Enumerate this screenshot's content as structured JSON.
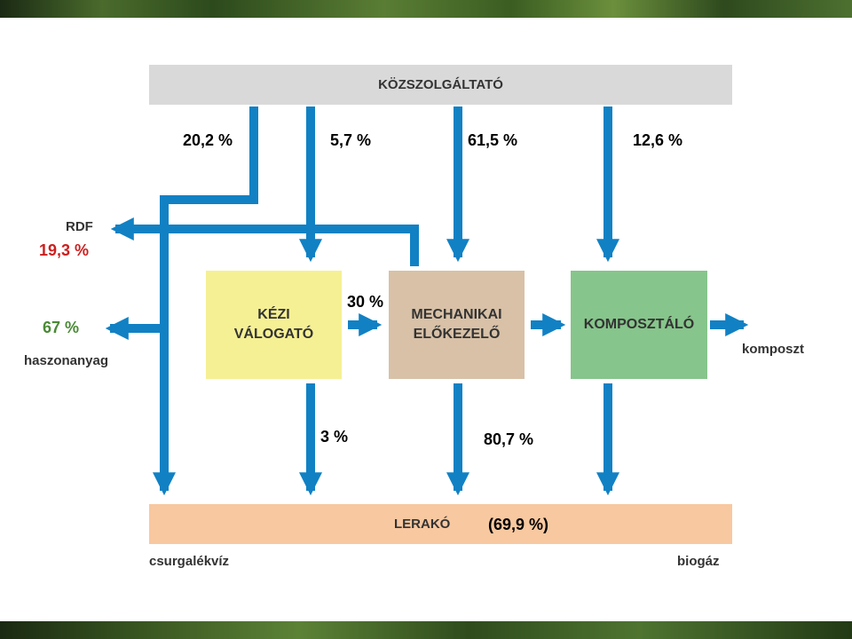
{
  "boxes": {
    "top": "KÖZSZOLGÁLTATÓ",
    "manual": "KÉZI\nVÁLOGATÓ",
    "mechanical": "MECHANIKAI\nELŐKEZELŐ",
    "compost": "KOMPOSZTÁLÓ",
    "landfill": "LERAKÓ"
  },
  "percentages": {
    "top_to_rdf_landfill": "20,2 %",
    "top_to_manual": "5,7 %",
    "top_to_mechanical": "61,5 %",
    "top_to_compost": "12,6 %",
    "manual_to_mechanical": "30 %",
    "manual_to_landfill": "3 %",
    "mechanical_to_landfill": "80,7 %",
    "landfill_total": "(69,9 %)",
    "rdf": "19,3 %",
    "useful_material": "67 %"
  },
  "outputs": {
    "rdf": "RDF",
    "useful_material": "haszonanyag",
    "compost": "komposzt",
    "leachate": "csurgalékvíz",
    "biogas": "biogáz"
  },
  "colors": {
    "arrow": "#1181c4",
    "top_box": "#d9d9d9",
    "manual_box": "#f6f094",
    "mechanical_box": "#d8c1a7",
    "compost_box": "#86c58b",
    "landfill_box": "#f8c8a0",
    "rdf_pct": "#cc1f1f",
    "useful_pct": "#4a8a35"
  }
}
